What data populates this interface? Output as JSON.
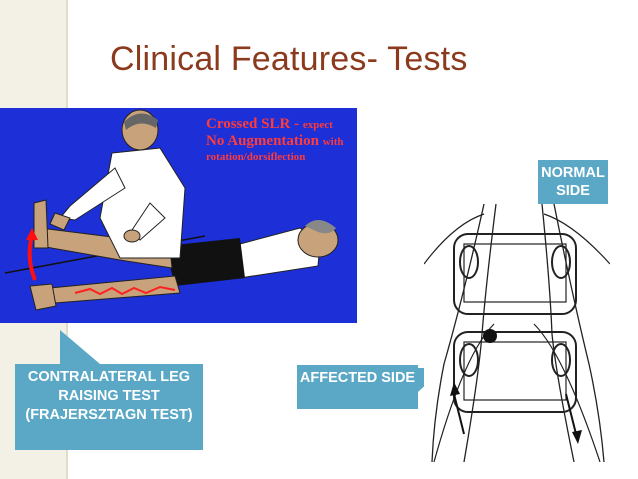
{
  "slide": {
    "title": "Clinical Features- Tests"
  },
  "figure": {
    "caption_line1": "Crossed SLR -",
    "caption_line1_small": "expect",
    "caption_line2": "No Augmentation",
    "caption_line2_small": "with",
    "caption_line3": "rotation/dorsiflection"
  },
  "callouts": {
    "contralateral": "CONTRALATERAL LEG RAISING TEST (FRAJERSZTAGN TEST)",
    "affected": "AFFECTED SIDE",
    "normal": "NORMAL SIDE"
  },
  "colors": {
    "title": "#8b3a1e",
    "callout_fill": "#5aa8c6",
    "photo_bg": "#1d2fd6",
    "caption_red": "#ff3b3b"
  }
}
